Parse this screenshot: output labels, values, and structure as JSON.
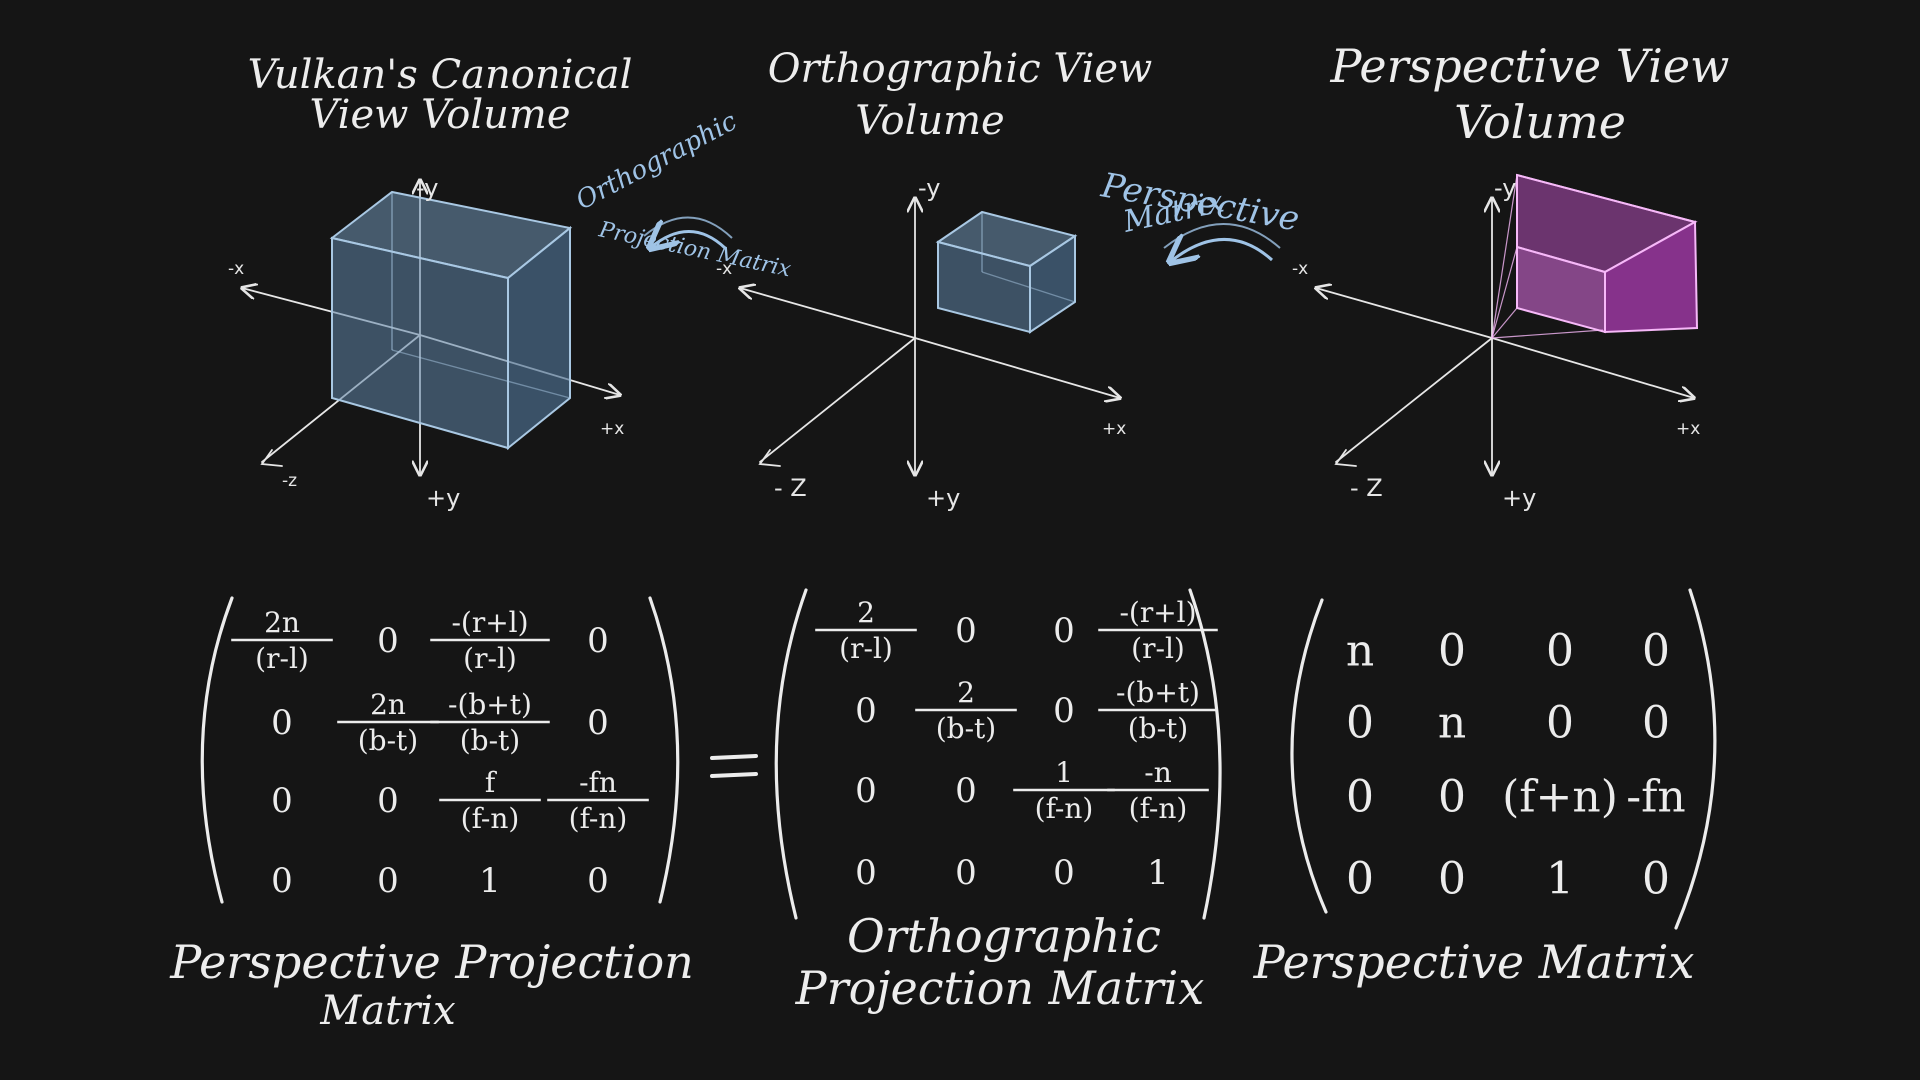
{
  "titles": {
    "canonical_1": "Vulkan's Canonical",
    "canonical_2": "View Volume",
    "ortho_1": "Orthographic View",
    "ortho_2": "Volume",
    "persp_1": "Perspective View",
    "persp_2": "Volume"
  },
  "arrow_labels": {
    "ortho_1": "Orthographic",
    "ortho_2": "Projection Matrix",
    "persp_1": "Perspective",
    "persp_2": "Matrix"
  },
  "axes": {
    "neg_x": "-x",
    "pos_x": "+x",
    "neg_y": "-y",
    "pos_y": "+y",
    "neg_z_small": "-z",
    "neg_z": "- Z"
  },
  "matrices": {
    "perspective_projection": [
      [
        {
          "num": "2n",
          "den": "(r-l)"
        },
        "0",
        {
          "num": "-(r+l)",
          "den": "(r-l)"
        },
        "0"
      ],
      [
        "0",
        {
          "num": "2n",
          "den": "(b-t)"
        },
        {
          "num": "-(b+t)",
          "den": "(b-t)"
        },
        "0"
      ],
      [
        "0",
        "0",
        {
          "num": "f",
          "den": "(f-n)"
        },
        {
          "num": "-fn",
          "den": "(f-n)"
        }
      ],
      [
        "0",
        "0",
        "1",
        "0"
      ]
    ],
    "orthographic_projection": [
      [
        {
          "num": "2",
          "den": "(r-l)"
        },
        "0",
        "0",
        {
          "num": "-(r+l)",
          "den": "(r-l)"
        }
      ],
      [
        "0",
        {
          "num": "2",
          "den": "(b-t)"
        },
        "0",
        {
          "num": "-(b+t)",
          "den": "(b-t)"
        }
      ],
      [
        "0",
        "0",
        {
          "num": "1",
          "den": "(f-n)"
        },
        {
          "num": "-n",
          "den": "(f-n)"
        }
      ],
      [
        "0",
        "0",
        "0",
        "1"
      ]
    ],
    "perspective": [
      [
        "n",
        "0",
        "0",
        "0"
      ],
      [
        "0",
        "n",
        "0",
        "0"
      ],
      [
        "0",
        "0",
        "(f+n)",
        "-fn"
      ],
      [
        "0",
        "0",
        "1",
        "0"
      ]
    ]
  },
  "equals": "=",
  "captions": {
    "persp_proj_1": "Perspective Projection",
    "persp_proj_2": "Matrix",
    "ortho_proj_1": "Orthographic",
    "ortho_proj_2": "Projection Matrix",
    "persp": "Perspective Matrix"
  },
  "colors": {
    "background": "#151515",
    "chalk": "#ececec",
    "blue_volume": "#5f84a6",
    "pink_volume": "#e070e6",
    "arrow_label": "#9fc3e6"
  }
}
